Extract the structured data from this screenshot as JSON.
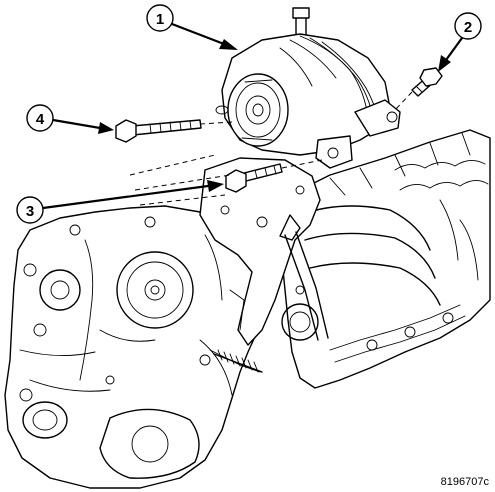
{
  "figure": {
    "id_label": "8196707c"
  },
  "callouts": [
    {
      "number": "1"
    },
    {
      "number": "2"
    },
    {
      "number": "3"
    },
    {
      "number": "4"
    }
  ]
}
